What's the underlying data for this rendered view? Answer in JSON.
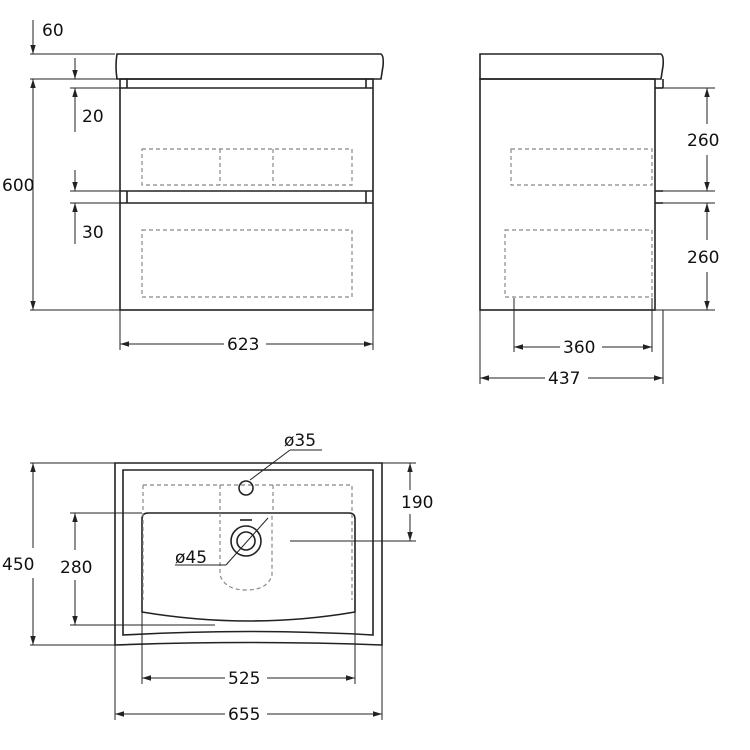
{
  "front_view": {
    "dim_top": "60",
    "dim_gap1": "20",
    "dim_gap2": "30",
    "dim_height": "600",
    "dim_width": "623"
  },
  "side_view": {
    "dim_drawer1": "260",
    "dim_drawer2": "260",
    "dim_inner_depth": "360",
    "dim_depth": "437"
  },
  "top_view": {
    "dim_tap_hole": "ø35",
    "dim_drain": "ø45",
    "dim_depth": "450",
    "dim_basin_depth": "280",
    "dim_drain_offset": "190",
    "dim_basin_width": "525",
    "dim_width": "655"
  }
}
